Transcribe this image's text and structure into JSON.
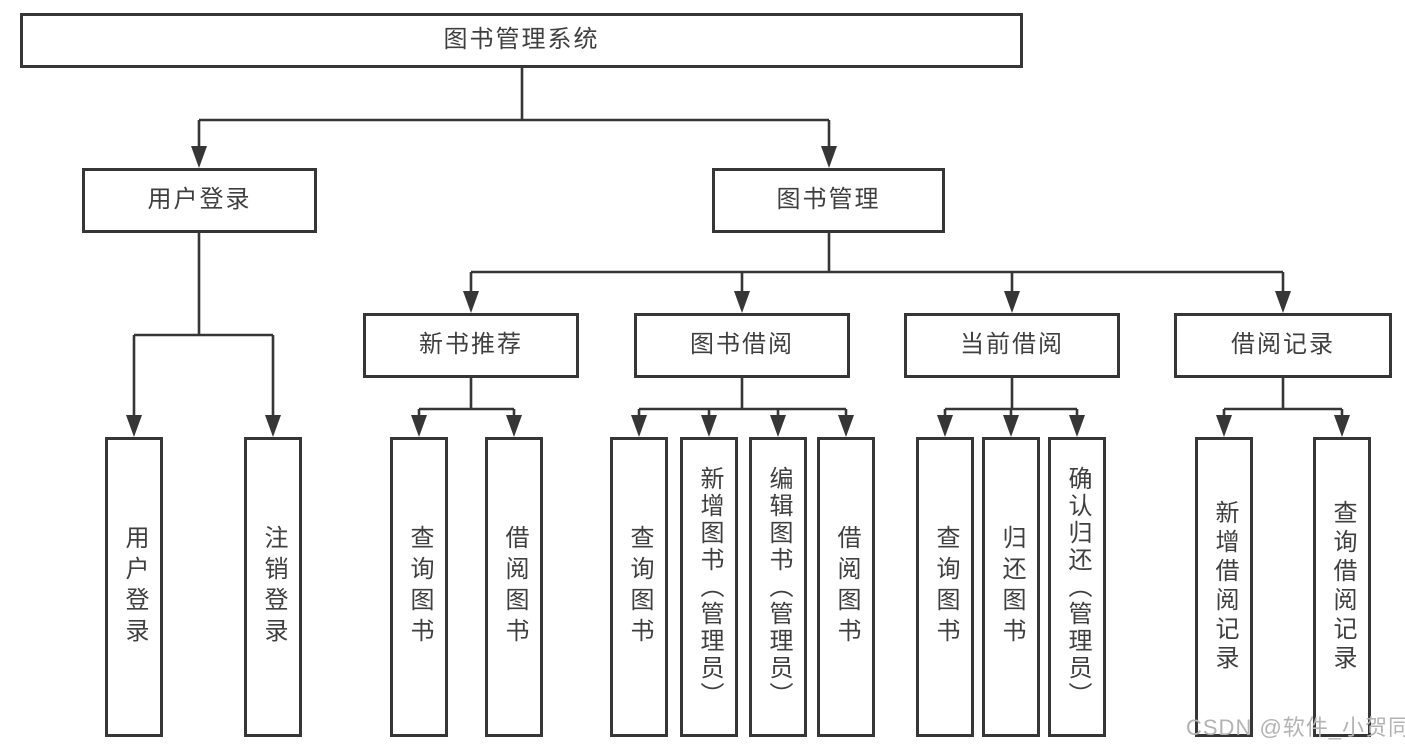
{
  "tree": {
    "root": {
      "label": "图书管理系统"
    },
    "level2": [
      {
        "label": "用户登录"
      },
      {
        "label": "图书管理"
      }
    ],
    "level3": [
      {
        "label": "新书推荐",
        "parent": "图书管理"
      },
      {
        "label": "图书借阅",
        "parent": "图书管理"
      },
      {
        "label": "当前借阅",
        "parent": "图书管理"
      },
      {
        "label": "借阅记录",
        "parent": "图书管理"
      }
    ],
    "leaves": [
      {
        "label": "用户登录",
        "parent": "用户登录"
      },
      {
        "label": "注销登录",
        "parent": "用户登录"
      },
      {
        "label": "查询图书",
        "parent": "新书推荐"
      },
      {
        "label": "借阅图书",
        "parent": "新书推荐"
      },
      {
        "label": "查询图书",
        "parent": "图书借阅"
      },
      {
        "label": "新增图书（管理员）",
        "parent": "图书借阅"
      },
      {
        "label": "编辑图书（管理员）",
        "parent": "图书借阅"
      },
      {
        "label": "借阅图书",
        "parent": "图书借阅"
      },
      {
        "label": "查询图书",
        "parent": "当前借阅"
      },
      {
        "label": "归还图书",
        "parent": "当前借阅"
      },
      {
        "label": "确认归还（管理员）",
        "parent": "当前借阅"
      },
      {
        "label": "新增借阅记录",
        "parent": "借阅记录"
      },
      {
        "label": "查询借阅记录",
        "parent": "借阅记录"
      }
    ]
  },
  "watermark": {
    "text": "CSDN @软件_小贺同学"
  },
  "colors": {
    "line": "#363636",
    "text": "#3f3f3f",
    "watermark": "#b3b3b3",
    "background": "#ffffff"
  }
}
